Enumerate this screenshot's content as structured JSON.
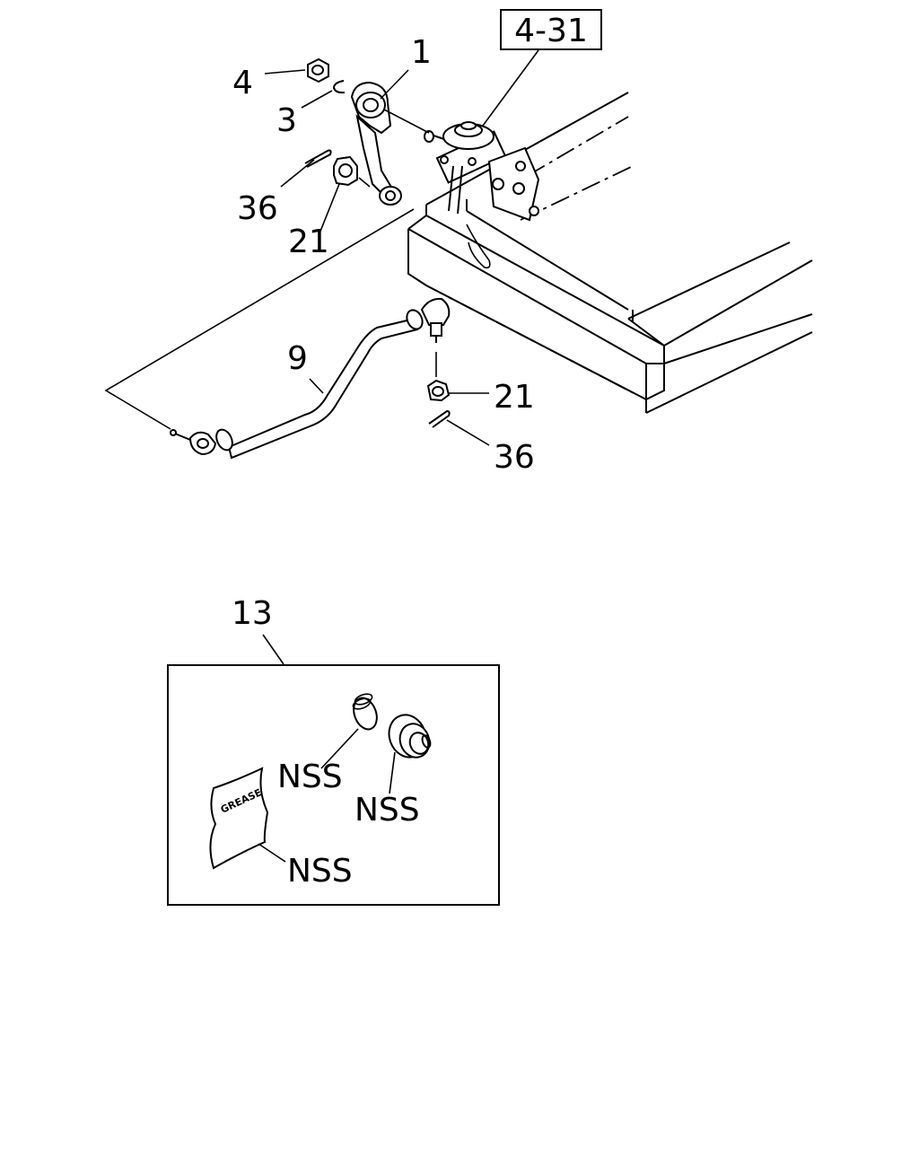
{
  "ref_box": "4-31",
  "labels": {
    "p1": "1",
    "p3": "3",
    "p4": "4",
    "p9": "9",
    "p13": "13",
    "p21a": "21",
    "p21b": "21",
    "p36a": "36",
    "p36b": "36",
    "nss1": "NSS",
    "nss2": "NSS",
    "nss3": "NSS"
  },
  "grease_text": "GREASE"
}
